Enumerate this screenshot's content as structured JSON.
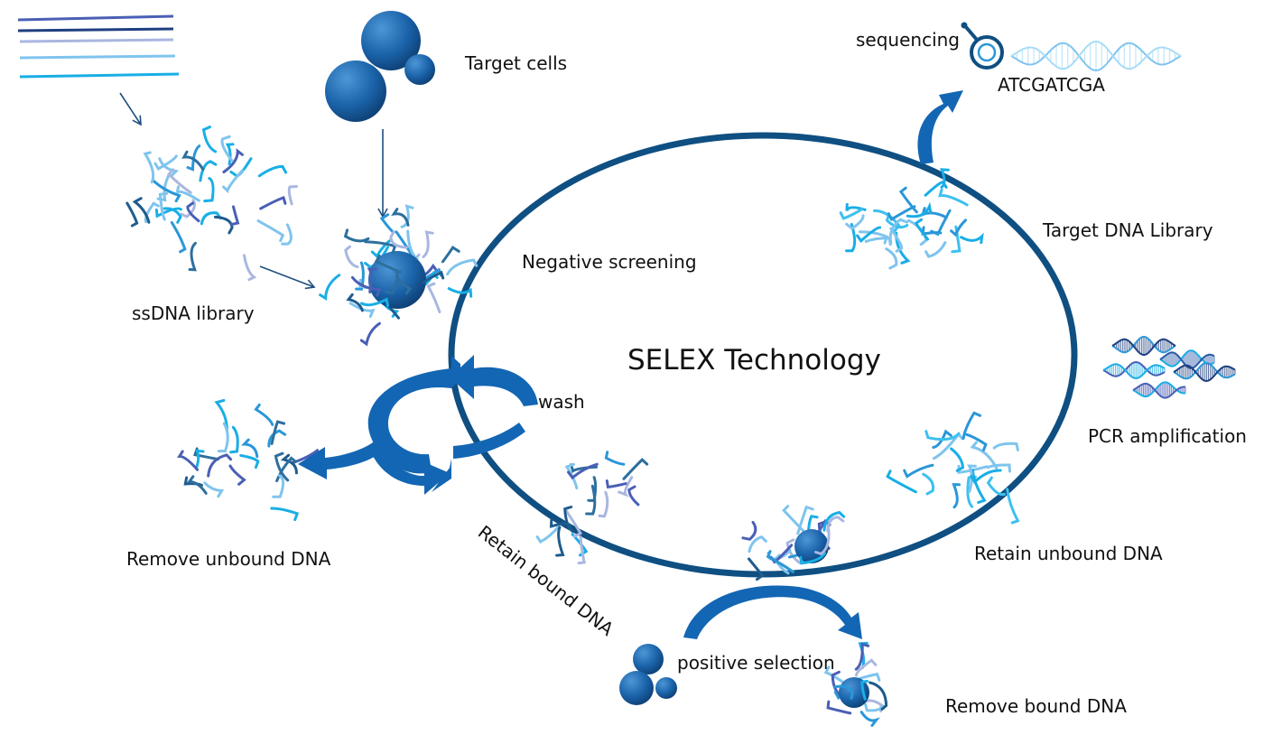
{
  "diagram": {
    "title": "SELEX Technology",
    "labels": {
      "target_cells": "Target cells",
      "ssdna_library": "ssDNA library",
      "negative_screening": "Negative screening",
      "wash": "wash",
      "remove_unbound": "Remove unbound DNA",
      "retain_bound": "Retain bound DNA",
      "positive_selection": "positive selection",
      "remove_bound": "Remove bound DNA",
      "retain_unbound": "Retain unbound DNA",
      "pcr": "PCR amplification",
      "target_library": "Target DNA Library",
      "sequencing": "sequencing",
      "sequence": "ATCGATCGA"
    },
    "colors": {
      "ring": "#0f4f82",
      "arrow": "#1366b3",
      "cell": "#1a62a8",
      "strand_palette": [
        "#1f5c8e",
        "#2a97d8",
        "#7fc4ee",
        "#4a5fb5",
        "#a9b7e0",
        "#19aee6",
        "#2d6f9e"
      ]
    }
  }
}
